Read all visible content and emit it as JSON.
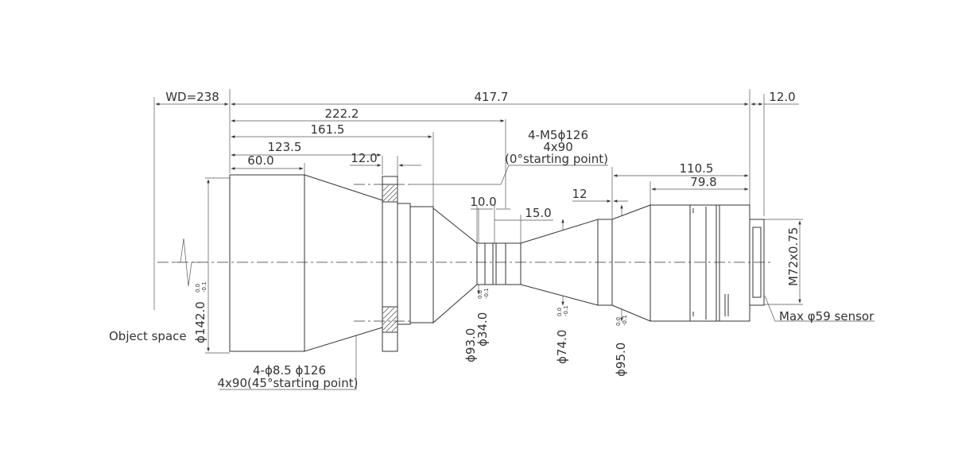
{
  "colors": {
    "line": "#333333",
    "background": "#ffffff"
  },
  "dimensions": {
    "wd": "WD=238",
    "overall": "417.7",
    "flange_gap": "12.0",
    "d222": "222.2",
    "d161": "161.5",
    "d123": "123.5",
    "d60": "60.0",
    "d12_flange": "12.0",
    "d10": "10.0",
    "d15": "15.0",
    "d12_mid": "12",
    "d110": "110.5",
    "d79": "79.8"
  },
  "diameters": {
    "front": {
      "label": "ϕ142.0",
      "tol_upper": "0.0",
      "tol_lower": "-0.1"
    },
    "waist": {
      "label": "ϕ93.0",
      "tol_upper": "",
      "tol_lower": ""
    },
    "neck": {
      "label": "ϕ34.0",
      "tol_upper": "0.0",
      "tol_lower": "-0.1"
    },
    "rear_small": {
      "label": "ϕ74.0",
      "tol_upper": "0.0",
      "tol_lower": "-0.1"
    },
    "rear_large": {
      "label": "ϕ95.0",
      "tol_upper": "0.0",
      "tol_lower": "-0.1"
    },
    "thread": {
      "label": "M72x0.75"
    }
  },
  "notes": {
    "top_hole_line1": "4-M5ϕ126",
    "top_hole_line2": "4x90",
    "top_hole_line3": "(0°starting point)",
    "bottom_hole_line1": "4-ϕ8.5  ϕ126",
    "bottom_hole_line2": "4x90(45°starting point)",
    "object_space": "Object space",
    "sensor": "Max φ59 sensor"
  }
}
